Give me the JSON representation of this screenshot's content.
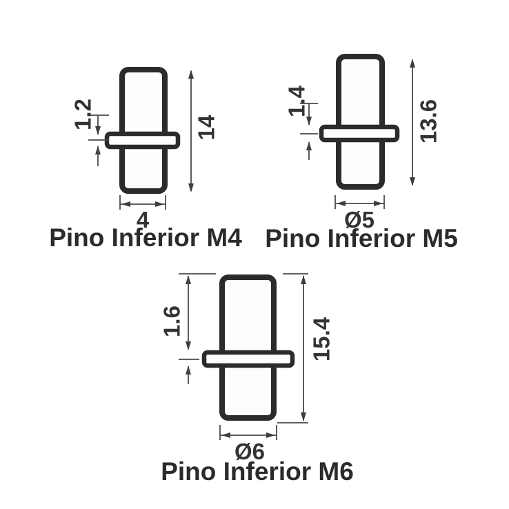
{
  "background_color": "#ffffff",
  "drawing": {
    "part_stroke_color": "#2b2b2b",
    "dimension_line_color": "#4a4a4a",
    "dimension_text_color": "#333333",
    "label_text_color": "#2b2b2b"
  },
  "parts": [
    {
      "label": "Pino Inferior M4",
      "dimensions": {
        "flange_thickness": "1.2",
        "overall_height": "14",
        "diameter": "4"
      }
    },
    {
      "label": "Pino Inferior M5",
      "dimensions": {
        "flange_thickness": "1.4",
        "overall_height": "13.6",
        "diameter": "Ø5"
      }
    },
    {
      "label": "Pino Inferior M6",
      "dimensions": {
        "flange_thickness": "1.6",
        "overall_height": "15.4",
        "diameter": "Ø6"
      }
    }
  ]
}
